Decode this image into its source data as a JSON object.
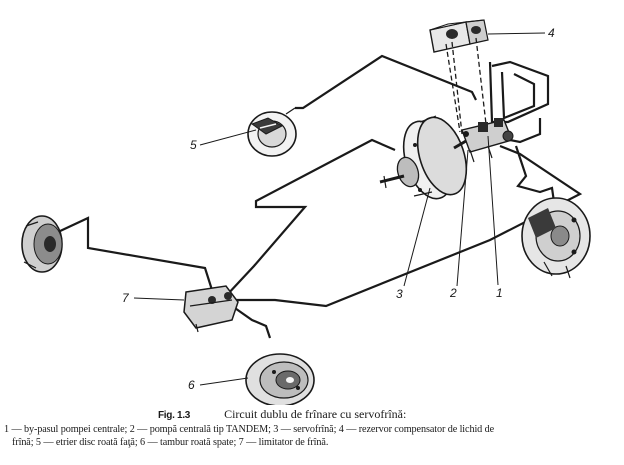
{
  "labels": {
    "n1": "1",
    "n2": "2",
    "n3": "3",
    "n4": "4",
    "n5": "5",
    "n6": "6",
    "n7": "7"
  },
  "caption": {
    "fig_label": "Fig. 1.3",
    "title": "Circuit dublu de frînare cu servofrînă:",
    "line1": "1 — by-pasul pompei centrale; 2 — pompă centrală tip TANDEM; 3 — servofrînă; 4 — rezervor compensator de lichid de",
    "line2": "frînă; 5 — etrier disc roată faţă; 6 — tambur roată spate; 7 — limitator de frînă."
  }
}
